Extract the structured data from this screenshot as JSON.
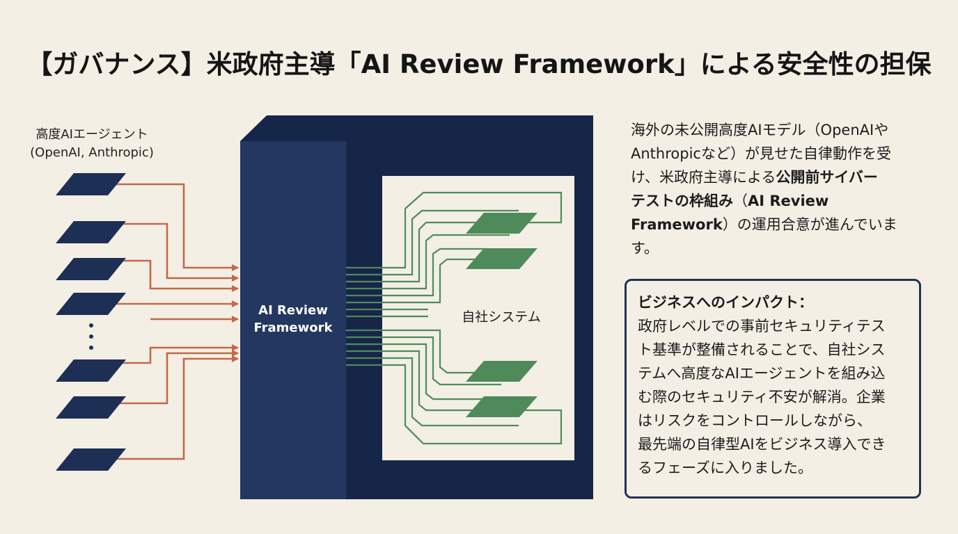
{
  "title": "【ガバナンス】米政府主導「AI Review Framework」による安全性の担保",
  "diagram": {
    "agents_label_line1": "高度AIエージェント",
    "agents_label_line2": "(OpenAI, Anthropic)",
    "ellipsis": "⋮",
    "framework_label_line1": "AI Review",
    "framework_label_line2": "Framework",
    "system_label": "自社システム",
    "colors": {
      "navy": "#1e2f55",
      "navy_dark": "#162649",
      "arrow": "#c2694a",
      "green": "#4f8a5b",
      "background": "#f3efe4"
    }
  },
  "description": {
    "line1": "海外の未公開高度AIモデル（OpenAIや",
    "line2": "Anthropicなど）が見せた自律動作を受",
    "line3_pre": "け、米政府主導による",
    "line3_bold": "公開前サイバー",
    "line4_bold": "テストの枠組み",
    "line4_post": "（",
    "line4_bold2": "AI Review",
    "line5_bold": "Framework",
    "line5_post": "）の運用合意が進んでいま",
    "line6": "す。"
  },
  "impact": {
    "heading": "ビジネスへのインパクト：",
    "lines": [
      "政府レベルでの事前セキュリティテス",
      "ト基準が整備されることで、自社シス",
      "テムへ高度なAIエージェントを組み込",
      "む際のセキュリティ不安が解消。企業",
      "はリスクをコントロールしながら、",
      "最先端の自律型AIをビジネス導入でき",
      "るフェーズに入りました。"
    ]
  }
}
